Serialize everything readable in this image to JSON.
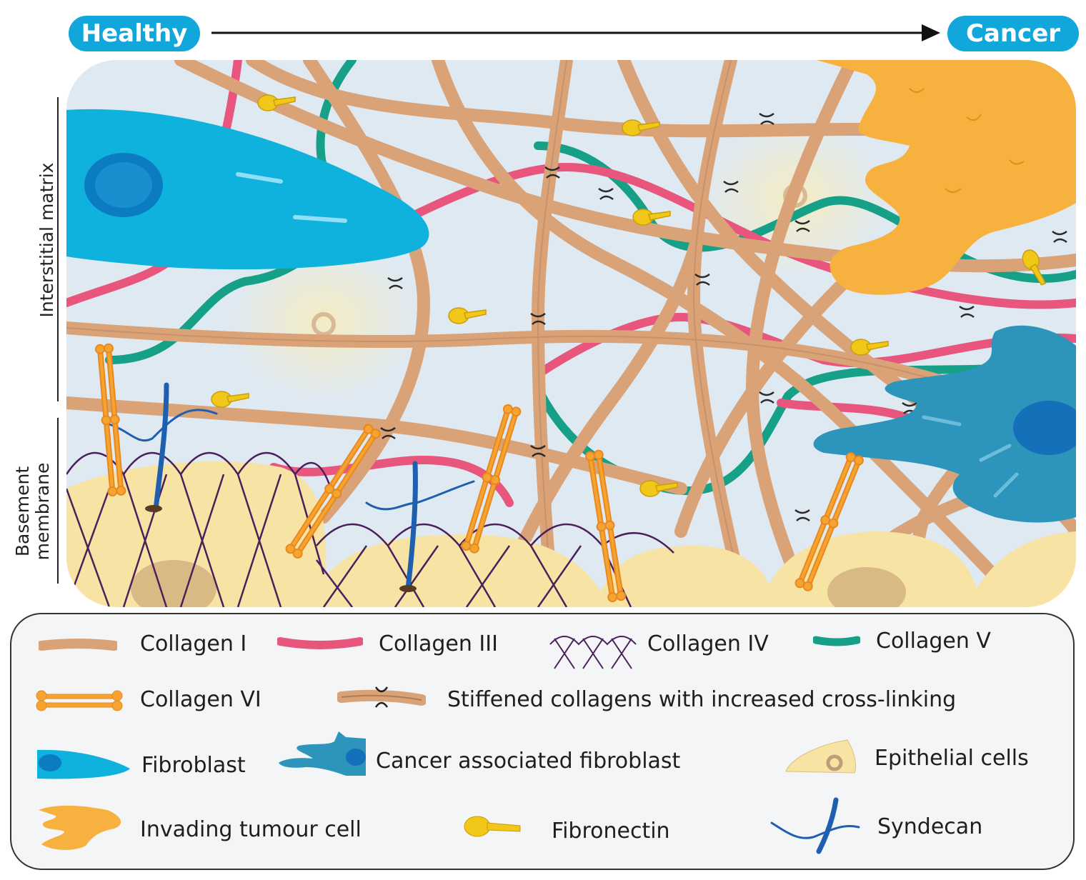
{
  "header": {
    "start_label": "Healthy",
    "end_label": "Cancer"
  },
  "side_labels": {
    "interstitial": "Interstitial matrix",
    "basement": "Basement membrane"
  },
  "legend": {
    "items": [
      {
        "label": "Collagen I",
        "icon": "collagen-i-icon"
      },
      {
        "label": "Collagen III",
        "icon": "collagen-iii-icon"
      },
      {
        "label": "Collagen IV",
        "icon": "collagen-iv-icon"
      },
      {
        "label": "Collagen V",
        "icon": "collagen-v-icon"
      },
      {
        "label": "Collagen VI",
        "icon": "collagen-vi-icon"
      },
      {
        "label": "Stiffened collagens with increased cross-linking",
        "icon": "stiffened-collagen-icon"
      },
      {
        "label": "Fibroblast",
        "icon": "fibroblast-icon"
      },
      {
        "label": "Cancer associated fibroblast",
        "icon": "caf-icon"
      },
      {
        "label": "Epithelial cells",
        "icon": "epithelial-cell-icon"
      },
      {
        "label": "Invading tumour cell",
        "icon": "tumour-cell-icon"
      },
      {
        "label": "Fibronectin",
        "icon": "fibronectin-icon"
      },
      {
        "label": "Syndecan",
        "icon": "syndecan-icon"
      }
    ]
  },
  "colors": {
    "header_pill": "#12a7db",
    "collagen_i": "#d9a277",
    "collagen_iii": "#e8557d",
    "collagen_iv": "#4a1f5c",
    "collagen_v": "#17a088",
    "collagen_vi": "#f6a431",
    "fibroblast": "#0fb1dd",
    "caf": "#2d94bb",
    "epithelial": "#f7e3a3",
    "tumour": "#f6b13f",
    "fibronectin": "#f1c719",
    "syndecan": "#1f5fb0",
    "background": "#dfe9f1"
  }
}
